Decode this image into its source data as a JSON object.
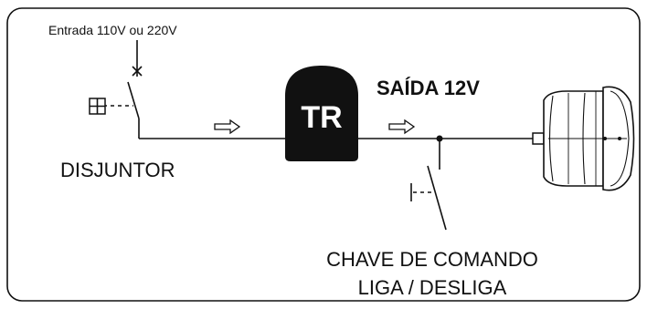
{
  "labels": {
    "input": "Entrada 110V ou 220V",
    "breaker": "DISJUNTOR",
    "transformer": "TR",
    "output": "SAÍDA 12V",
    "switch_line1": "CHAVE DE COMANDO",
    "switch_line2": "LIGA / DESLIGA"
  },
  "colors": {
    "border": "#111111",
    "transformer_fill": "#111111",
    "lamp_fill": "#ffffff"
  },
  "icons": [
    "breaker-symbol-icon",
    "flow-arrow-icon",
    "transformer-icon",
    "lamp-fixture-icon",
    "switch-symbol-icon"
  ]
}
